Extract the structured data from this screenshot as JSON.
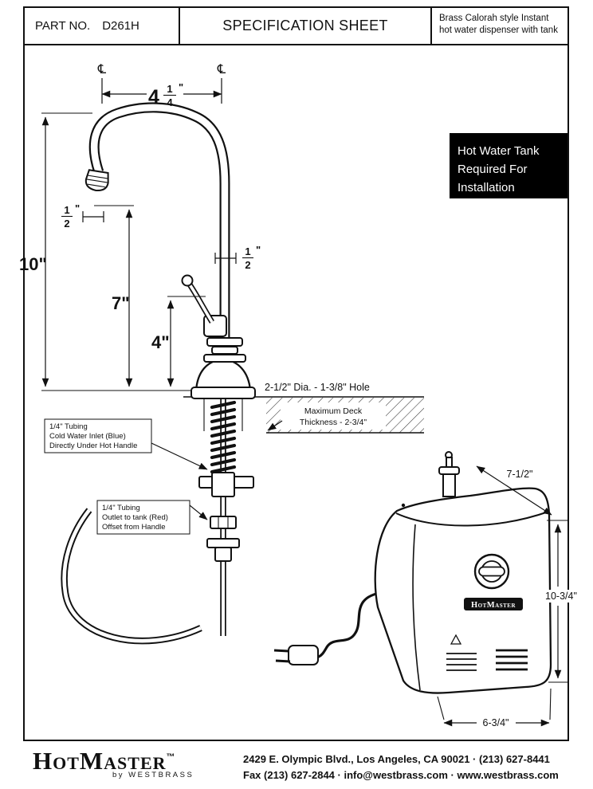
{
  "page": {
    "bg": "#ffffff",
    "ink": "#111111"
  },
  "header": {
    "part_label": "PART NO.",
    "part_number": "D261H",
    "title": "SPECIFICATION SHEET",
    "product_description": "Brass Calorah style Instant hot water dispenser with tank"
  },
  "notice": {
    "lines": [
      "Hot Water Tank",
      "Required For",
      "Installation"
    ],
    "bg": "#000000",
    "fg": "#ffffff"
  },
  "faucet": {
    "centerline_symbol": "℄",
    "dim_spread": {
      "whole": "4",
      "num": "1",
      "den": "4",
      "unit": "\""
    },
    "dim_offset_spout": {
      "num": "1",
      "den": "2",
      "unit": "\""
    },
    "dim_offset_body": {
      "num": "1",
      "den": "2",
      "unit": "\""
    },
    "dim_overall_height": "10\"",
    "dim_spout_height": "7\"",
    "dim_handle_height": "4\"",
    "hole_note": "2-1/2\" Dia. - 1-3/8\" Hole",
    "deck_note": [
      "Maximum Deck",
      "Thickness - 2-3/4\""
    ],
    "label_cold_inlet": [
      "1/4\" Tubing",
      "Cold Water Inlet (Blue)",
      "Directly Under Hot Handle"
    ],
    "label_outlet": [
      "1/4\" Tubing",
      "Outlet to tank (Red)",
      "Offset from Handle"
    ]
  },
  "tank": {
    "brand": "HotMaster",
    "dim_depth": "7-1/2\"",
    "dim_height": "10-3/4\"",
    "dim_width": "6-3/4\""
  },
  "footer": {
    "brand": "HotMaster",
    "trademark": "™",
    "byline": "by WESTBRASS",
    "address_line1": "2429 E. Olympic Blvd., Los Angeles, CA  90021 · (213) 627-8441",
    "address_line2": "Fax (213) 627-2844 · info@westbrass.com · www.westbrass.com"
  }
}
